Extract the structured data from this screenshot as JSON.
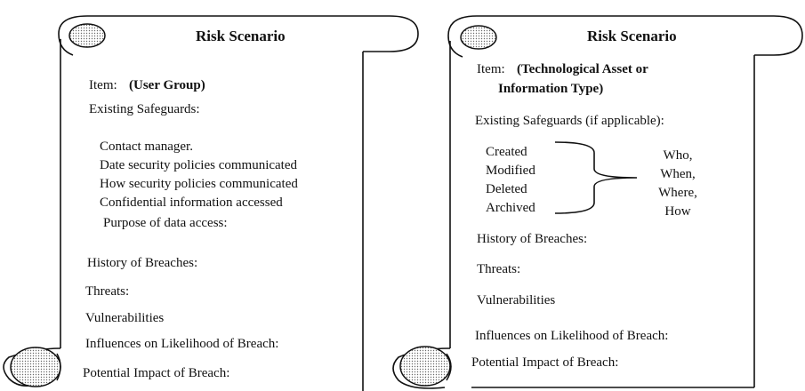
{
  "left_scroll": {
    "title": "Risk Scenario",
    "item_label": "Item:",
    "item_value": "(User Group)",
    "existing_safeguards": "Existing Safeguards:",
    "safeguard_items": [
      "Contact manager.",
      "Date security policies communicated",
      "How security policies communicated",
      "Confidential information accessed",
      "Purpose of data access:"
    ],
    "history": "History of Breaches:",
    "threats": "Threats:",
    "vulnerabilities": "Vulnerabilities",
    "influences": "Influences on Likelihood of Breach:",
    "impact": "Potential Impact of Breach:"
  },
  "right_scroll": {
    "title": "Risk Scenario",
    "item_label": "Item:",
    "item_value_line1": "(Technological Asset or",
    "item_value_line2": "Information Type)",
    "existing_safeguards": "Existing Safeguards (if applicable):",
    "actions": [
      "Created",
      "Modified",
      "Deleted",
      "Archived"
    ],
    "attributes": [
      "Who,",
      "When,",
      "Where,",
      "How"
    ],
    "history": "History of Breaches:",
    "threats": "Threats:",
    "vulnerabilities": "Vulnerabilities",
    "influences": "Influences on Likelihood of Breach:",
    "impact": "Potential Impact of Breach:"
  }
}
